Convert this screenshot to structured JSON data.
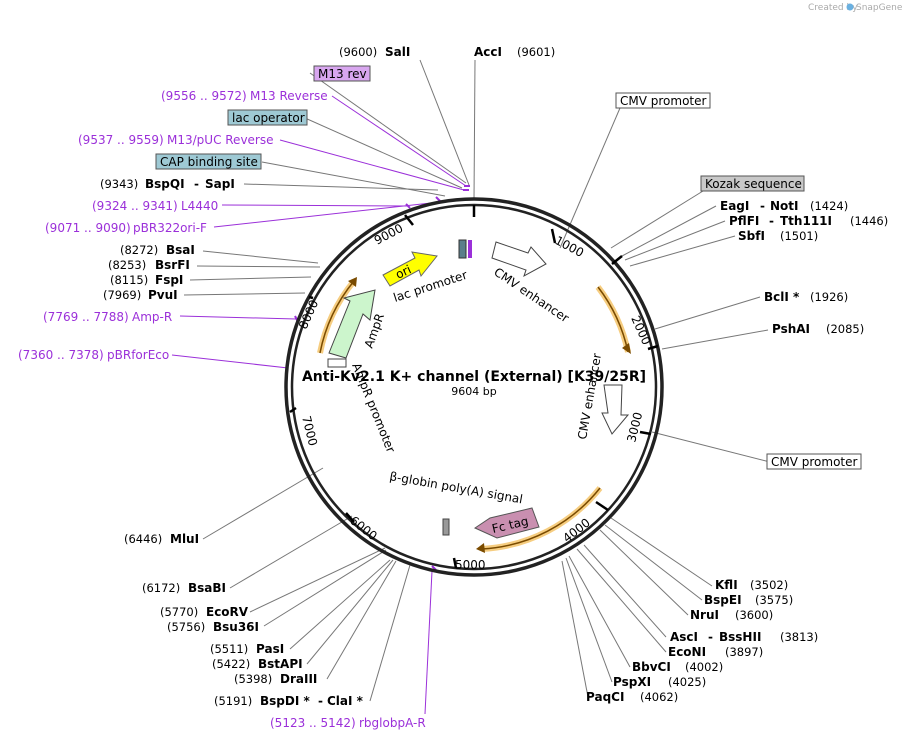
{
  "header": {
    "created_by": "Created by",
    "app_name": "SnapGene"
  },
  "map": {
    "title": "Anti-Kv2.1 K+ channel (External) [K39/25R]",
    "length": "9604 bp"
  },
  "ticks": [
    "1000",
    "2000",
    "3000",
    "4000",
    "5000",
    "6000",
    "7000",
    "8000",
    "9000"
  ],
  "sites": [
    {
      "pos": "(9600)",
      "name": "SalI"
    },
    {
      "pos": "(9601)",
      "name": "AccI"
    },
    {
      "pos": "(9343)",
      "name": "BspQI",
      "name2": "SapI"
    },
    {
      "pos": "(8272)",
      "name": "BsaI"
    },
    {
      "pos": "(8253)",
      "name": "BsrFI"
    },
    {
      "pos": "(8115)",
      "name": "FspI"
    },
    {
      "pos": "(7969)",
      "name": "PvuI"
    },
    {
      "pos": "(1424)",
      "name": "EagI",
      "name2": "NotI"
    },
    {
      "pos": "(1446)",
      "name": "PflFI",
      "name2": "Tth111I"
    },
    {
      "pos": "(1501)",
      "name": "SbfI"
    },
    {
      "pos": "(1926)",
      "name": "BclI *"
    },
    {
      "pos": "(2085)",
      "name": "PshAI"
    },
    {
      "pos": "(3502)",
      "name": "KflI"
    },
    {
      "pos": "(3575)",
      "name": "BspEI"
    },
    {
      "pos": "(3600)",
      "name": "NruI"
    },
    {
      "pos": "(3813)",
      "name": "AscI",
      "name2": "BssHII"
    },
    {
      "pos": "(3897)",
      "name": "EcoNI"
    },
    {
      "pos": "(4002)",
      "name": "BbvCI"
    },
    {
      "pos": "(4025)",
      "name": "PspXI"
    },
    {
      "pos": "(4062)",
      "name": "PaqCI"
    },
    {
      "pos": "(6446)",
      "name": "MluI"
    },
    {
      "pos": "(6172)",
      "name": "BsaBI"
    },
    {
      "pos": "(5770)",
      "name": "EcoRV"
    },
    {
      "pos": "(5756)",
      "name": "Bsu36I"
    },
    {
      "pos": "(5511)",
      "name": "PasI"
    },
    {
      "pos": "(5422)",
      "name": "BstAPI"
    },
    {
      "pos": "(5398)",
      "name": "DraIII"
    },
    {
      "pos": "(5191)",
      "name": "BspDI *",
      "name2": "ClaI *"
    }
  ],
  "primers": [
    {
      "range": "(9556 .. 9572)",
      "name": "M13 Reverse"
    },
    {
      "range": "(9537 .. 9559)",
      "name": "M13/pUC Reverse"
    },
    {
      "range": "(9324 .. 9341)",
      "name": "L4440"
    },
    {
      "range": "(9071 .. 9090)",
      "name": "pBR322ori-F"
    },
    {
      "range": "(7769 .. 7788)",
      "name": "Amp-R"
    },
    {
      "range": "(7360 .. 7378)",
      "name": "pBRforEco"
    },
    {
      "range": "(5123 .. 5142)",
      "name": "rbglobpA-R"
    }
  ],
  "boxed": {
    "m13rev": "M13 rev",
    "lacop": "lac operator",
    "cap": "CAP binding site",
    "cmv1": "CMV promoter",
    "kozak": "Kozak sequence",
    "cmv2": "CMV promoter"
  },
  "features": {
    "ori": "ori",
    "lacprom": "lac promoter",
    "cmvenh1": "CMV enhancer",
    "cmvenh2": "CMV enhancer",
    "ampr": "AmpR",
    "amprprom": "AmpR promoter",
    "globin": "β-globin poly(A) signal",
    "fc": "Fc tag"
  },
  "colors": {
    "primer": "#9b30d9",
    "misc_box": "#9ec9d4",
    "primer_box": "#d8a6ef",
    "kozak_box": "#c8c8c8",
    "ori": "#ffff00",
    "ampr": "#ccf5cc",
    "fc": "#c98fb0",
    "orf": "#f2b84a"
  }
}
